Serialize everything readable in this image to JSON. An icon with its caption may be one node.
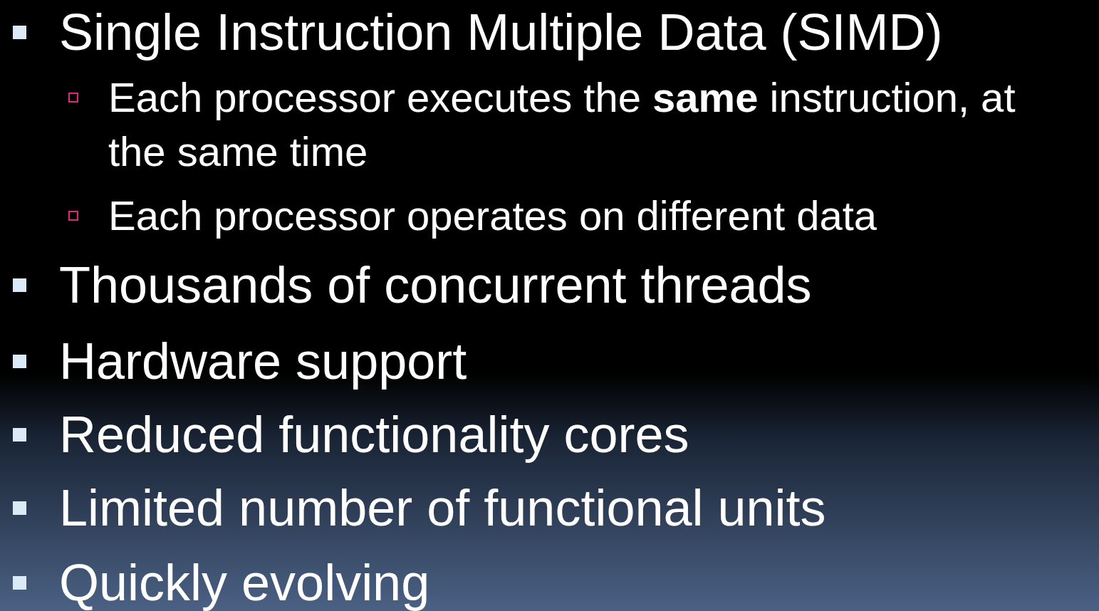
{
  "diagram": {
    "labels": [
      "Single Instruction Multiple Data (SIMD)",
      "Each processor executes the **same** instruction, at the same time",
      "Each processor operates on different data",
      "Thousands of concurrent threads",
      "Hardware support",
      "Reduced functionality cores",
      "Limited number of functional units",
      "Quickly evolving"
    ]
  }
}
